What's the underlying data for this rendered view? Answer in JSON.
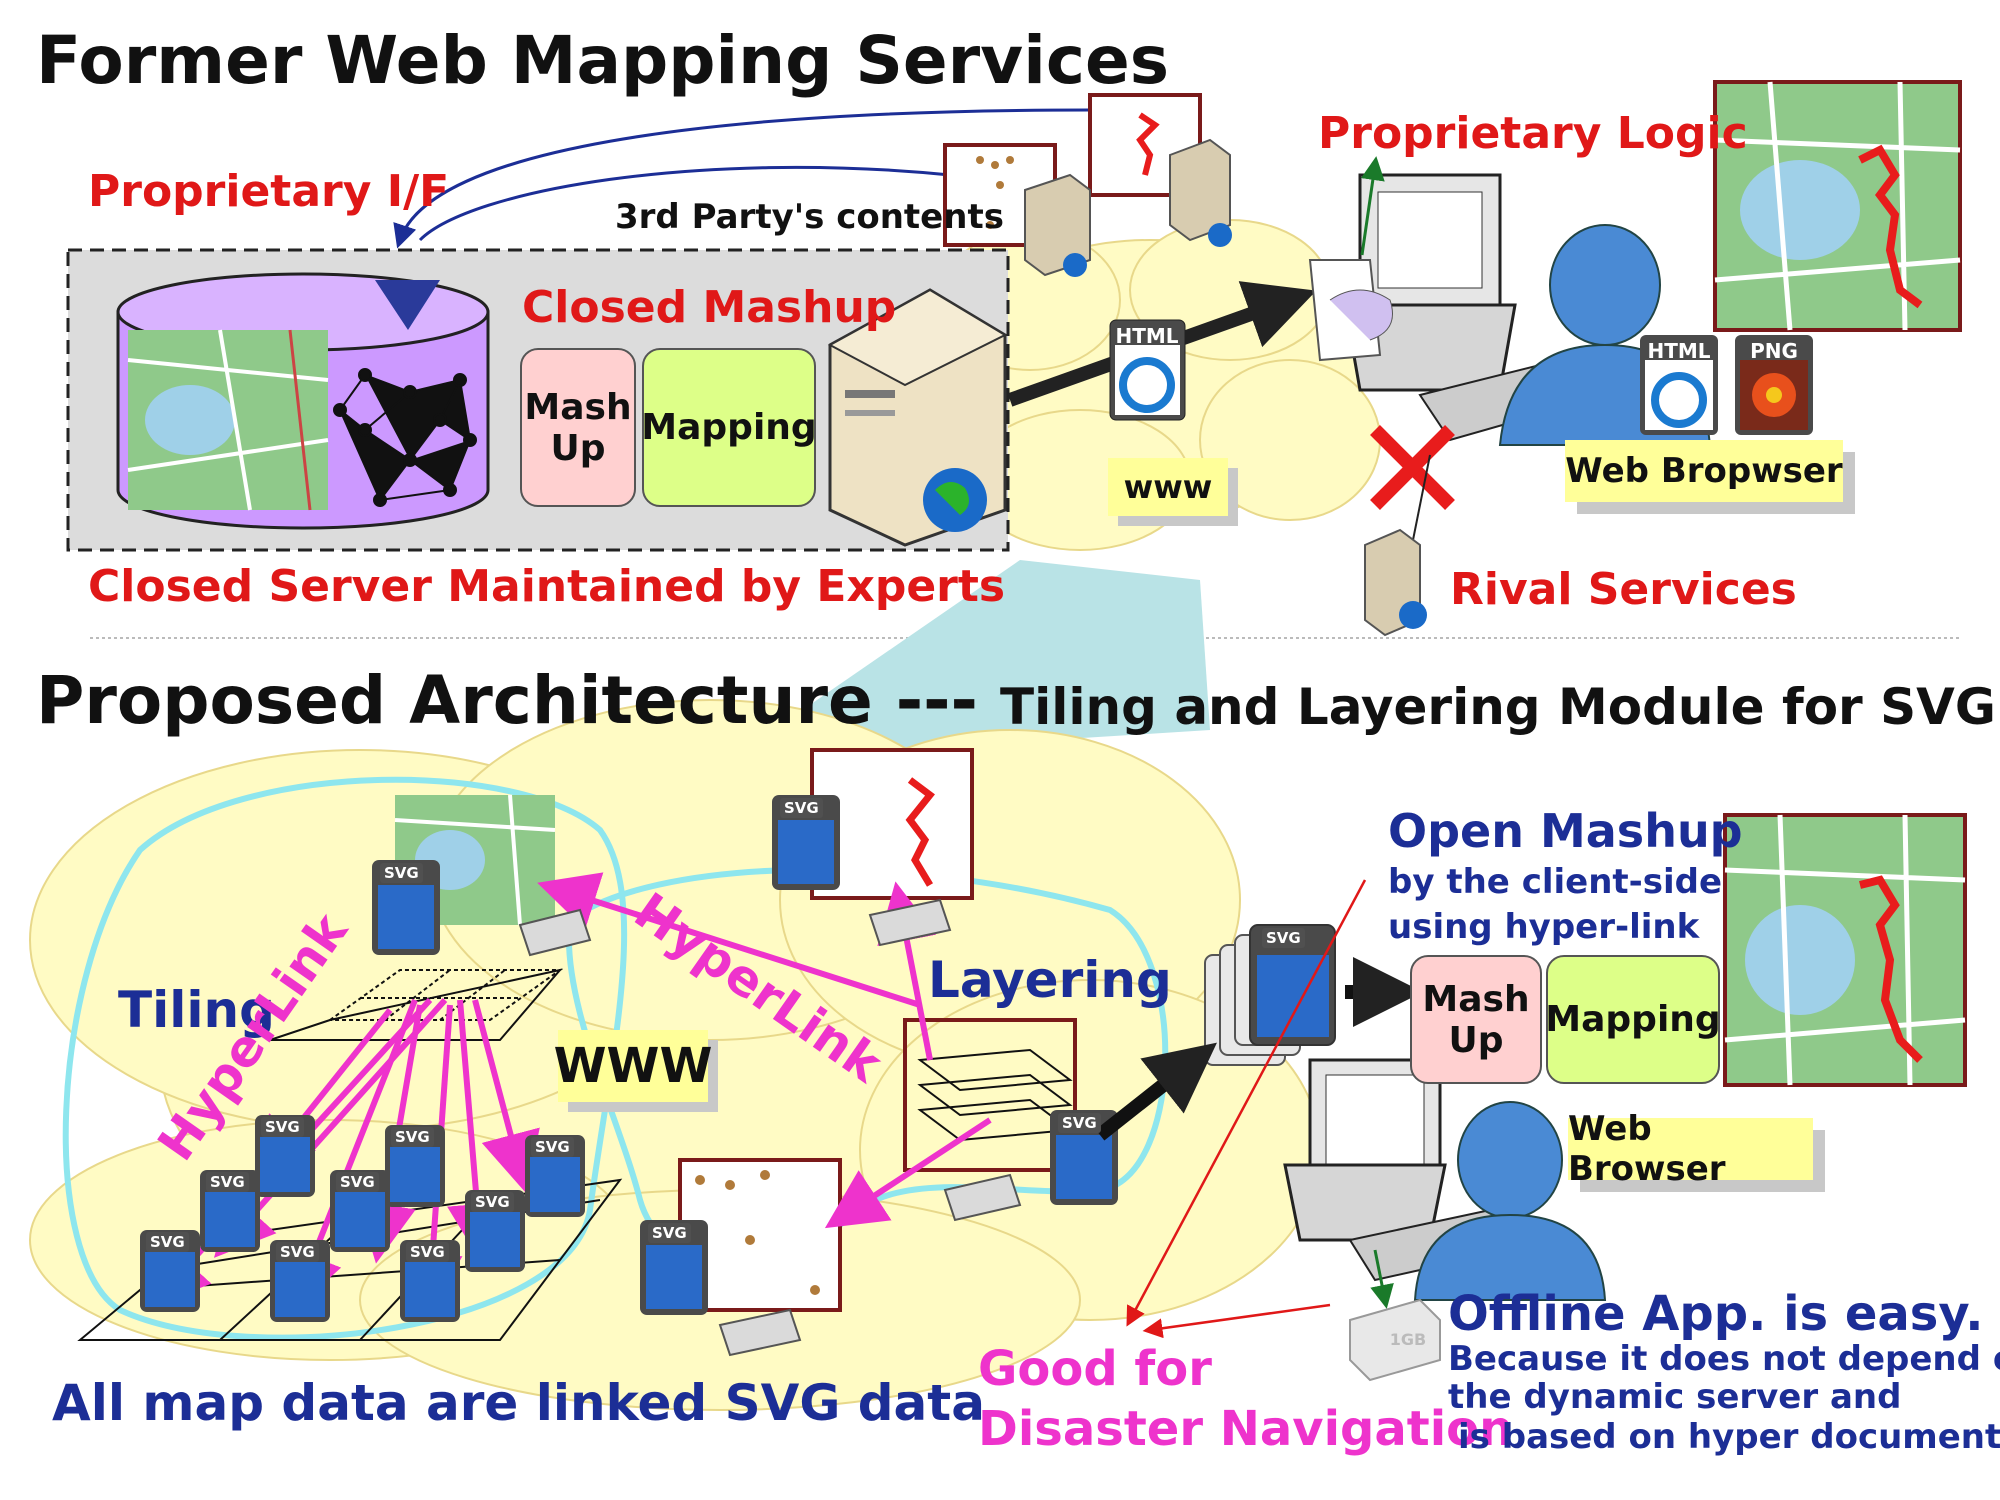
{
  "top": {
    "title": "Former Web Mapping Services",
    "proprietary_if": "Proprietary I/F",
    "third_party": "3rd Party's contents",
    "closed_mashup": "Closed Mashup",
    "mash_up": "Mash\nUp",
    "mapping": "Mapping",
    "closed_server": "Closed Server Maintained by Experts",
    "proprietary_logic": "Proprietary Logic",
    "www": "www",
    "html_badge": "HTML",
    "png_badge": "PNG",
    "web_browser": "Web Bropwser",
    "rival": "Rival Services"
  },
  "bottom": {
    "title_main": "Proposed Architecture ---",
    "title_sub": "Tiling and Layering Module for SVG",
    "tiling": "Tiling",
    "hyperlink_left": "HyperLink",
    "hyperlink_right": "HyperLink",
    "layering": "Layering",
    "www": "WWW",
    "open_mashup": "Open Mashup",
    "client_side": "by the client-side",
    "hyperlink_using": "using hyper-link",
    "mash_up": "Mash\nUp",
    "mapping": "Mapping",
    "web_browser": "Web Browser",
    "svg_badge": "SVG",
    "all_linked": "All map data are linked SVG data",
    "good_for": "Good for",
    "disaster": "Disaster Navigation",
    "offline_title": "Offline App. is easy.",
    "offline_1": "Because it does not depend on",
    "offline_2": "the dynamic server and",
    "offline_3": "is based on hyper documents.",
    "gb": "1GB"
  },
  "colors": {
    "red": "#e01818",
    "navy": "#1c2e96",
    "magenta": "#ee33cc",
    "cloud": "#fffbc4",
    "cyan": "#8ee6ee",
    "purple": "#cc99ff",
    "mash_pink": "#ffd0d0",
    "map_green": "#ddff88"
  }
}
